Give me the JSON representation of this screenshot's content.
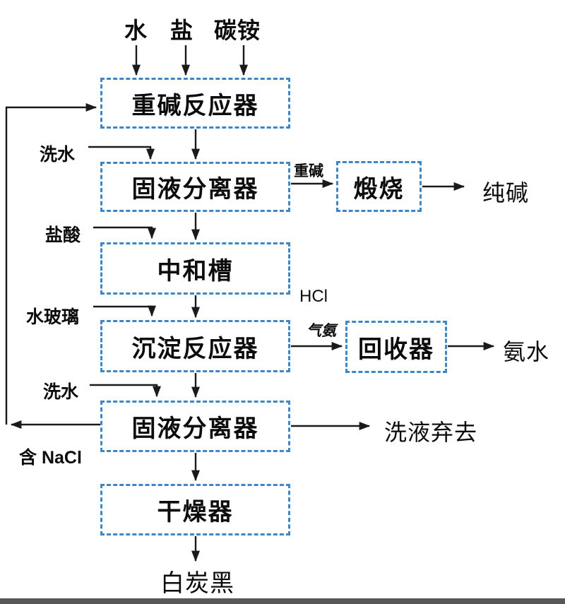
{
  "diagram": {
    "top_inputs": {
      "water": "水",
      "salt": "盐",
      "ammonium_bicarbonate": "碳铵"
    },
    "boxes": {
      "heavy_alkali_reactor": "重碱反应器",
      "solid_liquid_separator_1": "固液分离器",
      "calcination": "煅烧",
      "neutralization_tank": "中和槽",
      "precipitation_reactor": "沉淀反应器",
      "recovery_unit": "回收器",
      "solid_liquid_separator_2": "固液分离器",
      "dryer": "干燥器"
    },
    "side_inputs": {
      "wash_water_1": "洗水",
      "hydrochloric_acid": "盐酸",
      "water_glass": "水玻璃",
      "wash_water_2": "洗水"
    },
    "stream_labels": {
      "heavy_alkali": "重碱",
      "hcl": "HCl",
      "ammonia_gas": "气氨",
      "contains_nacl": "含 NaCl"
    },
    "outputs": {
      "soda_ash": "纯碱",
      "ammonia_water": "氨水",
      "wash_liquid_discard": "洗液弃去",
      "white_carbon_black": "白炭黑"
    },
    "colors": {
      "box_border": "#3E86C5",
      "line": "#1A1A1A",
      "text": "#0C0C0C",
      "footer_bar": "#3B3B3B"
    }
  }
}
